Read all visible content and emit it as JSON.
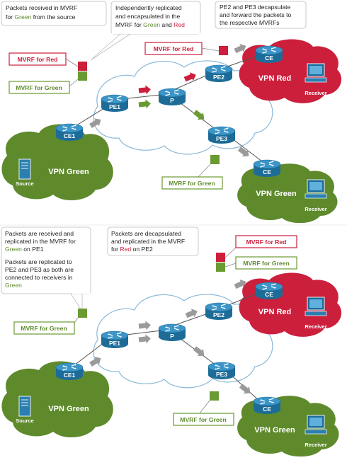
{
  "colors": {
    "green": "#5e8a2c",
    "red": "#cc1f3c",
    "router": "#2b7fb0",
    "core_cloud_stroke": "#8ab8d8",
    "arrow_gray": "#9a9a9a"
  },
  "top": {
    "callout_source": {
      "line1": "Packets received in MVRF",
      "line2_pre": "for ",
      "line2_green": "Green",
      "line2_post": " from the source"
    },
    "callout_replicated": {
      "line1": "Independently replicated",
      "line2": "and encapsulated in the",
      "line3_pre": "MVRF for ",
      "line3_green": "Green",
      "line3_mid": " and ",
      "line3_red": "Red"
    },
    "callout_decap": {
      "line1": "PE2 and PE3 decapsulate",
      "line2": "and forward the packets to",
      "line3": "the respective MVRFs"
    },
    "mvrf_red_left": "MVRF for Red",
    "mvrf_green_left": "MVRF for Green",
    "mvrf_red_pe2": "MVRF for Red",
    "mvrf_green_pe3": "MVRF for Green"
  },
  "bottom": {
    "callout_pe1": {
      "p1_line1": "Packets are received and",
      "p1_line2": "replicated in the MVRF for",
      "p1_line3_green": "Green",
      "p1_line3_post": " on PE1",
      "p2_line1": "Packets are replicated to",
      "p2_line2": "PE2 and PE3 as both are",
      "p2_line3": "connected to receivers in",
      "p2_line4_green": "Green"
    },
    "callout_pe2": {
      "line1": "Packets are decapsulated",
      "line2": "and replicated in the MVRF",
      "line3_pre": "for ",
      "line3_red": "Red",
      "line3_post": " on PE2"
    },
    "mvrf_red_pe2": "MVRF for Red",
    "mvrf_green_pe2": "MVRF for Green",
    "mvrf_green_left": "MVRF for Green",
    "mvrf_green_pe3": "MVRF for Green"
  },
  "nodes": {
    "pe1": "PE1",
    "pe2": "PE2",
    "pe3": "PE3",
    "p": "P",
    "ce1": "CE1",
    "ce": "CE"
  },
  "sites": {
    "vpn_green": "VPN Green",
    "vpn_red": "VPN Red",
    "source": "Source",
    "receiver": "Receiver"
  }
}
